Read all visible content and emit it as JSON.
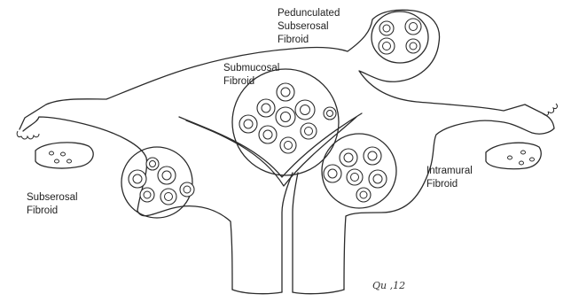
{
  "labels": {
    "pedunculated": [
      "Pedunculated",
      "Subserosal",
      "Fibroid"
    ],
    "submucosal": [
      "Submucosal",
      "Fibroid"
    ],
    "intramural": [
      "Intramural",
      "Fibroid"
    ],
    "subserosal": [
      "Subserosal",
      "Fibroid"
    ]
  },
  "signature": "Qu ,12",
  "colors": {
    "line": "#2b2b2b",
    "background": "#ffffff",
    "text": "#222222"
  }
}
